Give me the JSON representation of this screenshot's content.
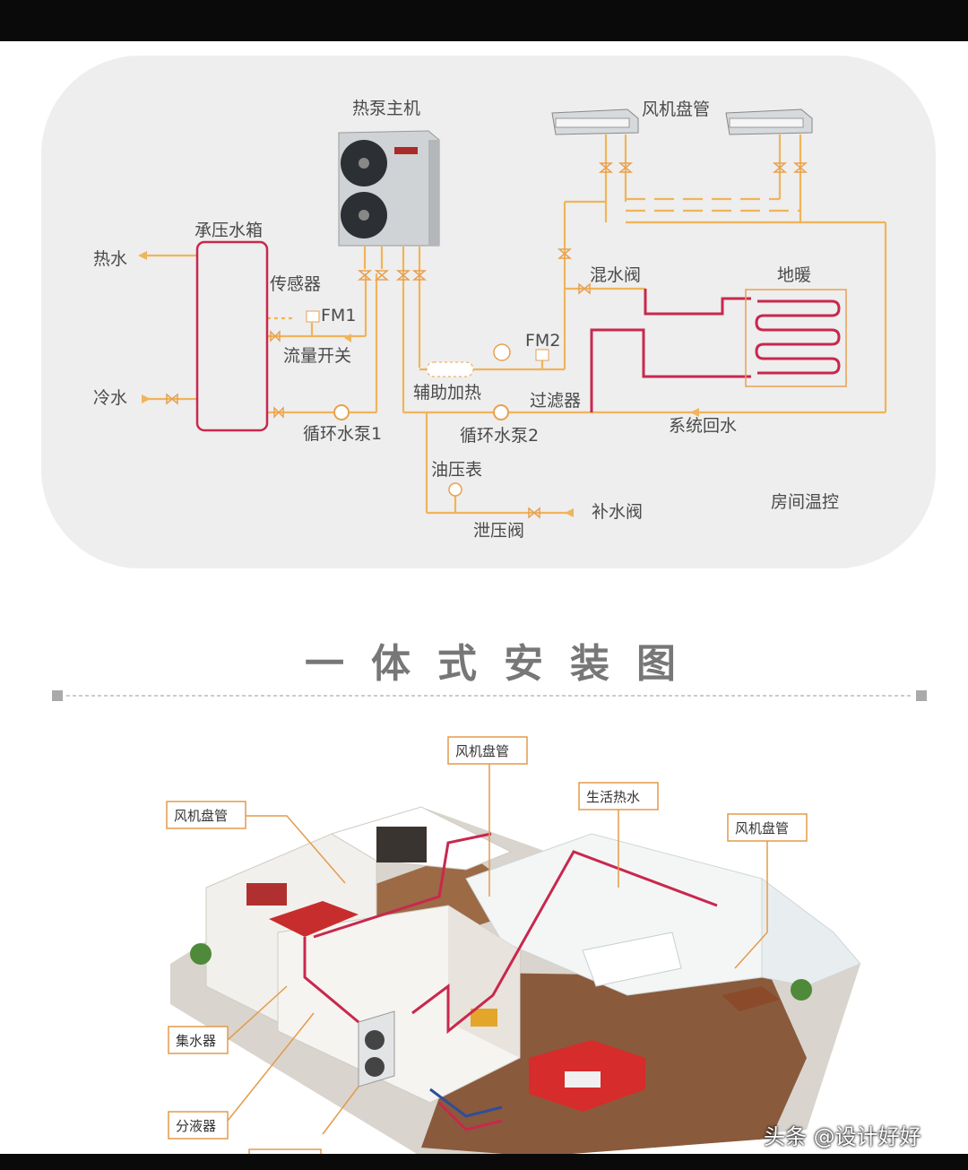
{
  "diagram": {
    "heat_pump_unit": "热泵主机",
    "fan_coil_top": "风机盘管",
    "pressure_tank": "承压水箱",
    "hot_water": "热水",
    "cold_water": "冷水",
    "sensor": "传感器",
    "fm1": "FM1",
    "flow_switch": "流量开关",
    "pump1": "循环水泵1",
    "aux_heat": "辅助加热",
    "fm2": "FM2",
    "pump2": "循环水泵2",
    "filter": "过滤器",
    "mixing_valve": "混水阀",
    "floor_heating": "地暖",
    "system_return": "系统回水",
    "pressure_gauge": "油压表",
    "relief_valve": "泄压阀",
    "makeup_valve": "补水阀",
    "room_thermostat": "房间温控"
  },
  "section_title": "一体式安装图",
  "house": {
    "callout_fan_coil_center": "风机盘管",
    "callout_fan_coil_left": "风机盘管",
    "callout_hot_water": "生活热水",
    "callout_fan_coil_right": "风机盘管",
    "callout_collector": "集水器",
    "callout_distributor": "分液器"
  },
  "watermark": "头条 @设计好好",
  "colors": {
    "pipe_orange": "#f0b45a",
    "pipe_red": "#c8284e",
    "panel_bg": "#eeeeee",
    "floor": "#8a5a3c"
  }
}
